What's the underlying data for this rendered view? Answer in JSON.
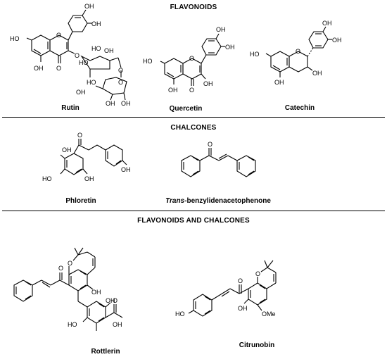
{
  "sections": [
    {
      "title": "FLAVONOIDS"
    },
    {
      "title": "CHALCONES"
    },
    {
      "title": "FLAVONOIDS AND CHALCONES"
    }
  ],
  "compounds": {
    "rutin": "Rutin",
    "quercetin": "Quercetin",
    "catechin": "Catechin",
    "phloretin": "Phloretin",
    "trans_prefix": "Trans",
    "trans_rest": "-benzylidenacetophenone",
    "rottlerin": "Rottlerin",
    "citrunobin": "Citrunobin"
  },
  "atoms": {
    "HO": "HO",
    "OH": "OH",
    "O": "O",
    "OMe": "OMe"
  }
}
